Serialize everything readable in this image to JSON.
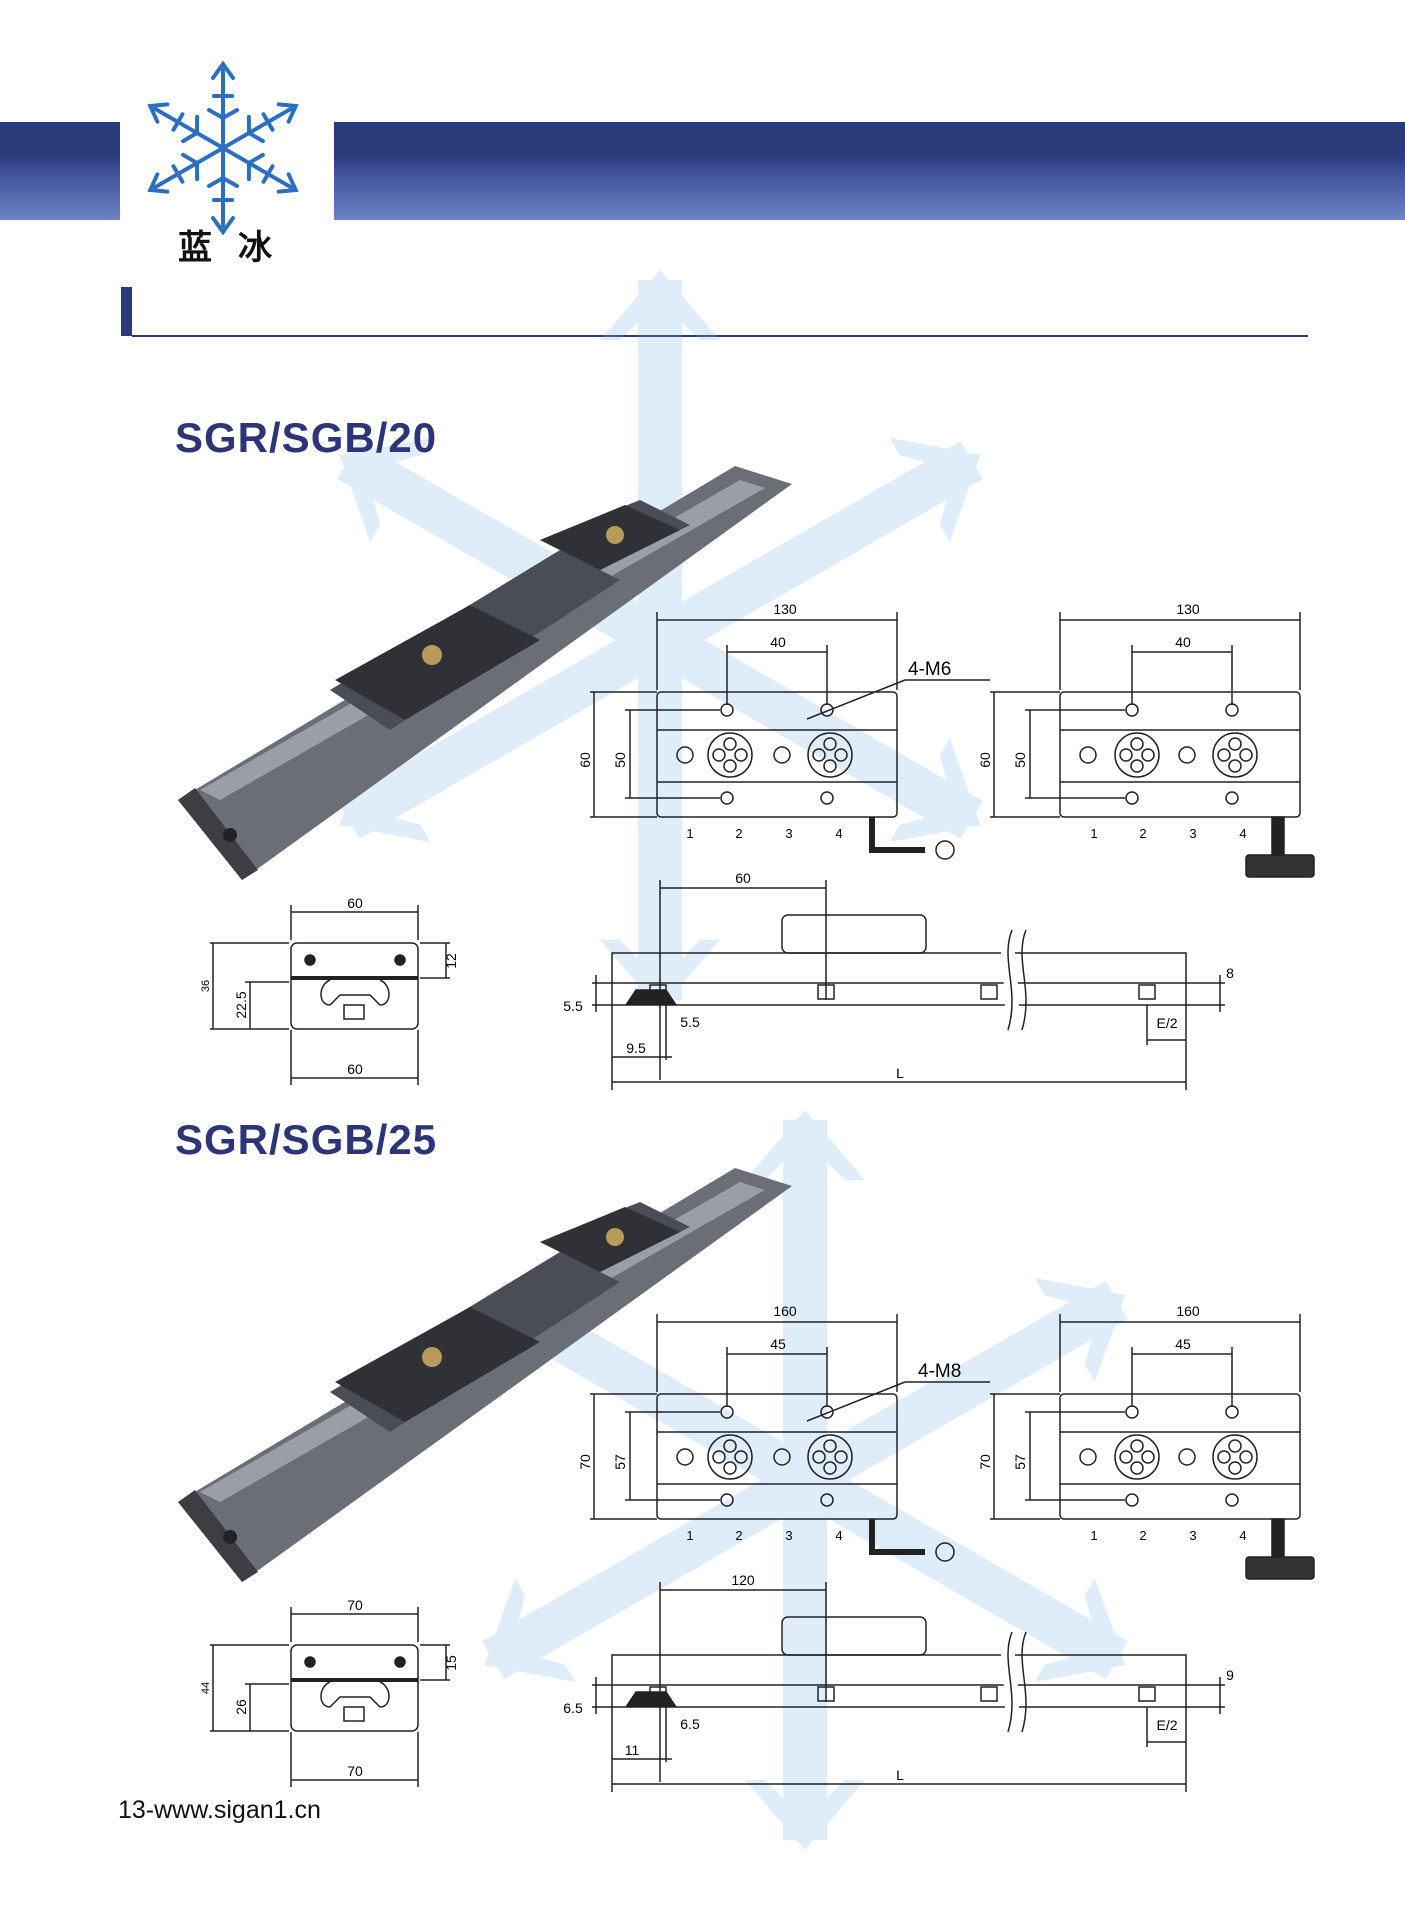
{
  "brand": {
    "name": "蓝冰",
    "accent": "#2b3578"
  },
  "footer": {
    "text": "13-www.sigan1.cn"
  },
  "sections": [
    {
      "title": "SGR/SGB/20",
      "top_view": {
        "width": "130",
        "hole_spacing": "40",
        "thread": "4-M6",
        "height": "60",
        "hole_height": "50",
        "positions": [
          "1",
          "2",
          "3",
          "4"
        ]
      },
      "end_view": {
        "width_top": "60",
        "width_bottom": "60",
        "height": "36",
        "lower": "22.5",
        "upper": "12"
      },
      "side_view": {
        "offset": "60",
        "edge": "5.5",
        "slot": "5.5",
        "start": "9.5",
        "thickness": "8",
        "pitch": "E/2",
        "length": "L"
      }
    },
    {
      "title": "SGR/SGB/25",
      "top_view": {
        "width": "160",
        "hole_spacing": "45",
        "thread": "4-M8",
        "height": "70",
        "hole_height": "57",
        "positions": [
          "1",
          "2",
          "3",
          "4"
        ]
      },
      "end_view": {
        "width_top": "70",
        "width_bottom": "70",
        "height": "44",
        "lower": "26",
        "upper": "15"
      },
      "side_view": {
        "offset": "120",
        "edge": "6.5",
        "slot": "6.5",
        "start": "11",
        "thickness": "9",
        "pitch": "E/2",
        "length": "L"
      }
    }
  ]
}
